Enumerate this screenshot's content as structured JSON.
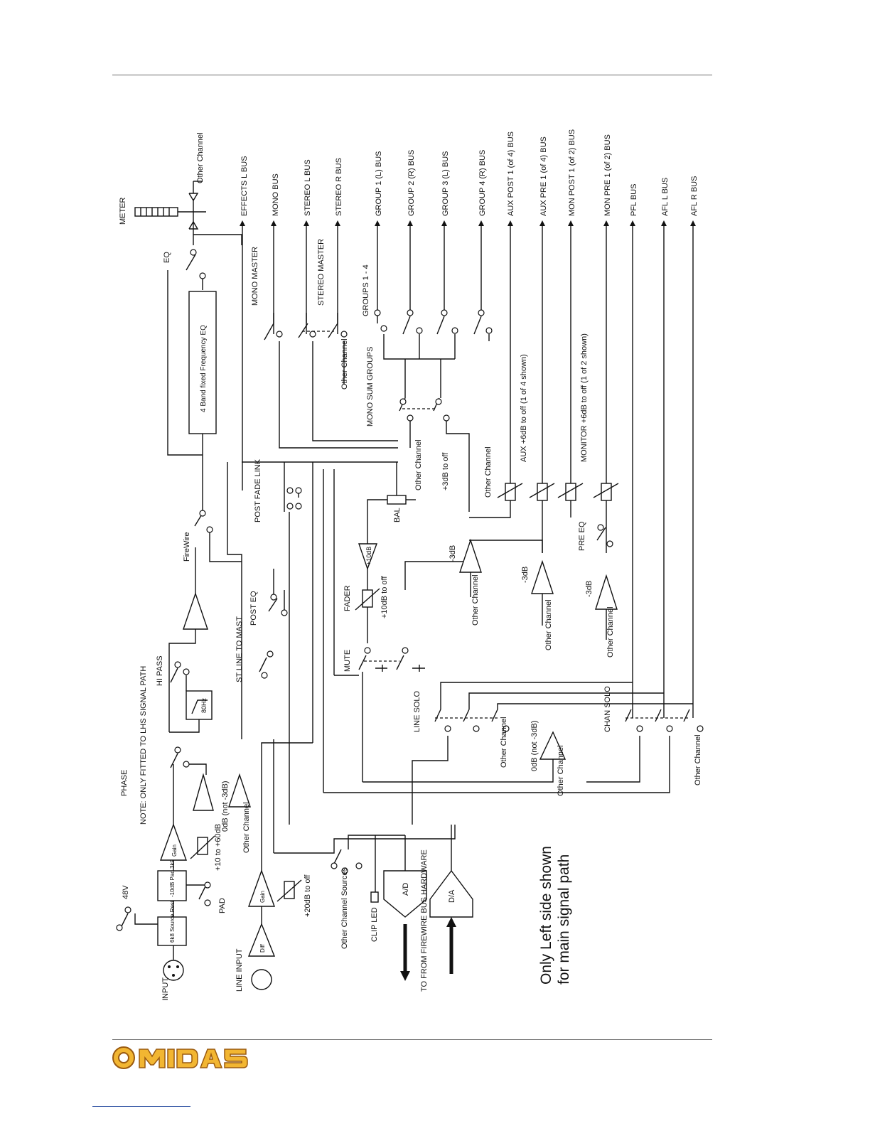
{
  "diagram": {
    "buses": [
      "EFFECTS L BUS",
      "MONO BUS",
      "STEREO L BUS",
      "STEREO R BUS",
      "GROUP 1 (L) BUS",
      "GROUP 2 (R) BUS",
      "GROUP 3 (L) BUS",
      "GROUP 4 (R) BUS",
      "AUX POST 1 (of 4) BUS",
      "AUX PRE 1 (of 4) BUS",
      "MON POST 1 (of 2) BUS",
      "MON PRE 1 (of 2) BUS",
      "PFL BUS",
      "AFL L BUS",
      "AFL R BUS"
    ],
    "labels": {
      "meter": "METER",
      "eq": "EQ",
      "other_channel": "Other Channel",
      "eq_block": "4 Band fixed Frequency EQ",
      "mono_master": "MONO MASTER",
      "stereo_master": "STEREO MASTER",
      "groups_1_4": "GROUPS 1 - 4",
      "mono_sum_groups": "MONO SUM GROUPS",
      "aux": "AUX +6dB to off (1 of 4 shown)",
      "monitor": "MONITOR +6dB to off (1 of 2 shown)",
      "post_fade_link": "POST FADE LINK",
      "bal": "BAL",
      "plus3db": "+3dB to off",
      "minus3db": "-3dB",
      "pre_eq": "PRE EQ",
      "firewire": "FireWire",
      "post_eq": "POST EQ",
      "fader": "FADER",
      "plus10db": "+10dB to off",
      "plus10db_amp": "+10dB",
      "hi_pass": "HI PASS",
      "hz80": "80Hz",
      "st_line": "ST LINE TO MAST",
      "mute": "MUTE",
      "line_solo": "LINE SOLO",
      "chan_solo": "CHAN SOLO",
      "odb_not": "0dB (not -3dB)",
      "phase": "PHASE",
      "note": "NOTE: ONLY FITTED TO LHS SIGNAL PATH",
      "gain_range": "+10 to +60dB",
      "gain": "Gain",
      "pad_block": "-10dB Pad 3k9 Input Z",
      "pad": "PAD",
      "v48": "48V",
      "source_resistors": "6k8 Source Resistors",
      "input": "INPUT",
      "line_input": "LINE INPUT",
      "diff": "Diff",
      "gain_20": "+20dB to off",
      "other_channel_sources": "Other Channel Sources",
      "clip_led": "CLIP LED",
      "ad": "A/D",
      "da": "D/A",
      "firewire_hw": "TO FROM FIREWIRE BUS HARDWARE",
      "only_left_1": "Only Left side shown",
      "only_left_2": "for main signal path"
    }
  },
  "footer": {
    "logo_text": "MIDAS"
  },
  "colors": {
    "logo_fill": "#f2b632",
    "logo_stroke": "#9a5a10",
    "rule": "#6a6a6a",
    "footer_link": "#3c5ca8"
  }
}
